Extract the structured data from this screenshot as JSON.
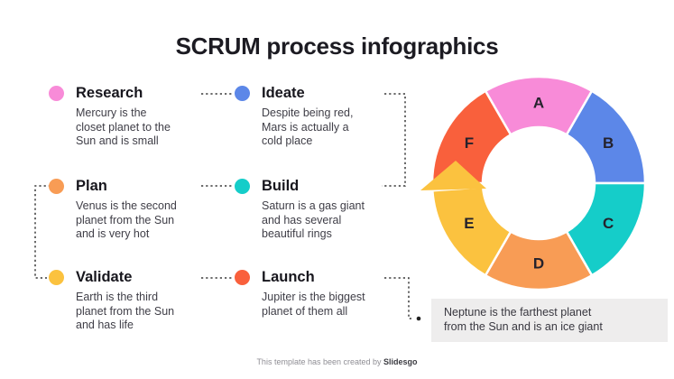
{
  "title": "SCRUM process infographics",
  "steps": {
    "left": [
      {
        "label": "Research",
        "description": "Mercury is the\ncloset planet to the\nSun and is small",
        "color": "#F88BD8"
      },
      {
        "label": "Plan",
        "description": "Venus is the second\nplanet from the Sun\nand is very hot",
        "color": "#F89C55"
      },
      {
        "label": "Validate",
        "description": "Earth is the third\nplanet from the Sun\nand has life",
        "color": "#FBC23F"
      }
    ],
    "middle": [
      {
        "label": "Ideate",
        "description": "Despite being red,\nMars is actually a\ncold place",
        "color": "#5C87E8"
      },
      {
        "label": "Build",
        "description": "Saturn is a gas giant\nand has several\nbeautiful rings",
        "color": "#15CDC9"
      },
      {
        "label": "Launch",
        "description": "Jupiter is the biggest\nplanet of them all",
        "color": "#F9603C"
      }
    ]
  },
  "note": "Neptune is the farthest planet\nfrom the Sun and is an ice giant",
  "footer": {
    "text": "This template has been created by",
    "brand": "Slidesgo"
  },
  "chart_data": {
    "type": "pie",
    "variant": "donut-cycle",
    "direction": "clockwise",
    "legend": "none",
    "segments": [
      {
        "label": "A",
        "value": 1,
        "color": "#F88BD8"
      },
      {
        "label": "B",
        "value": 1,
        "color": "#5C87E8"
      },
      {
        "label": "C",
        "value": 1,
        "color": "#15CDC9"
      },
      {
        "label": "D",
        "value": 1,
        "color": "#F89C55"
      },
      {
        "label": "E",
        "value": 1,
        "color": "#FBC23F",
        "arrow": true
      },
      {
        "label": "F",
        "value": 1,
        "color": "#F9603C"
      }
    ]
  }
}
